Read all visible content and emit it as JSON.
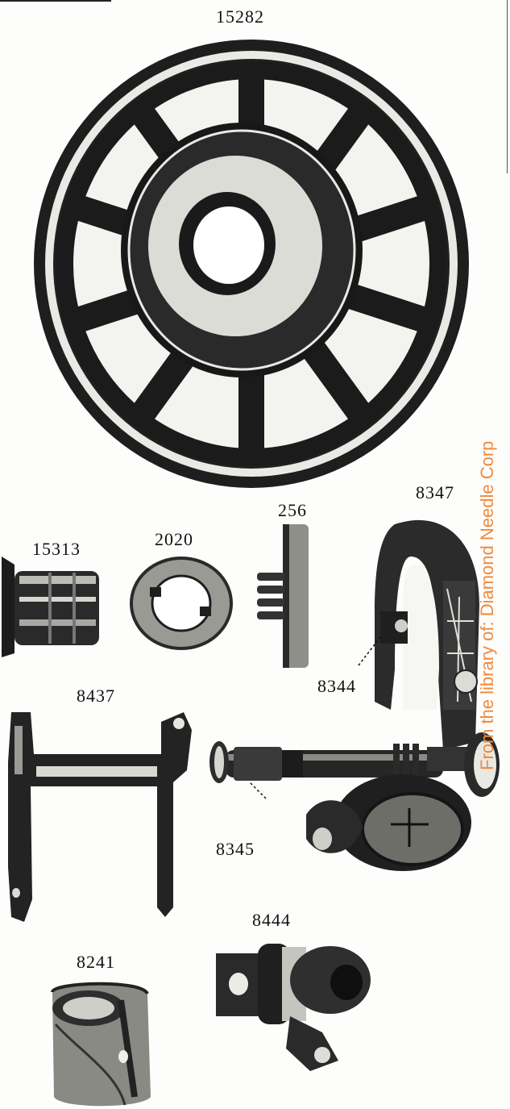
{
  "parts": {
    "handwheel": "15282",
    "bushing": "15313",
    "clutch_washer": "2020",
    "screw_washer": "256",
    "hook_housing": "8347",
    "bracket_screw": "8344",
    "crank": "8437",
    "shaft_assembly": "8345",
    "bobbin_case": "8241",
    "eccentric_link": "8444"
  },
  "watermark": "From the library of: Diamond Needle Corp",
  "colors": {
    "ink": "#1a1a1a",
    "paper": "#fdfdfb",
    "watermark": "#f08a3c"
  }
}
